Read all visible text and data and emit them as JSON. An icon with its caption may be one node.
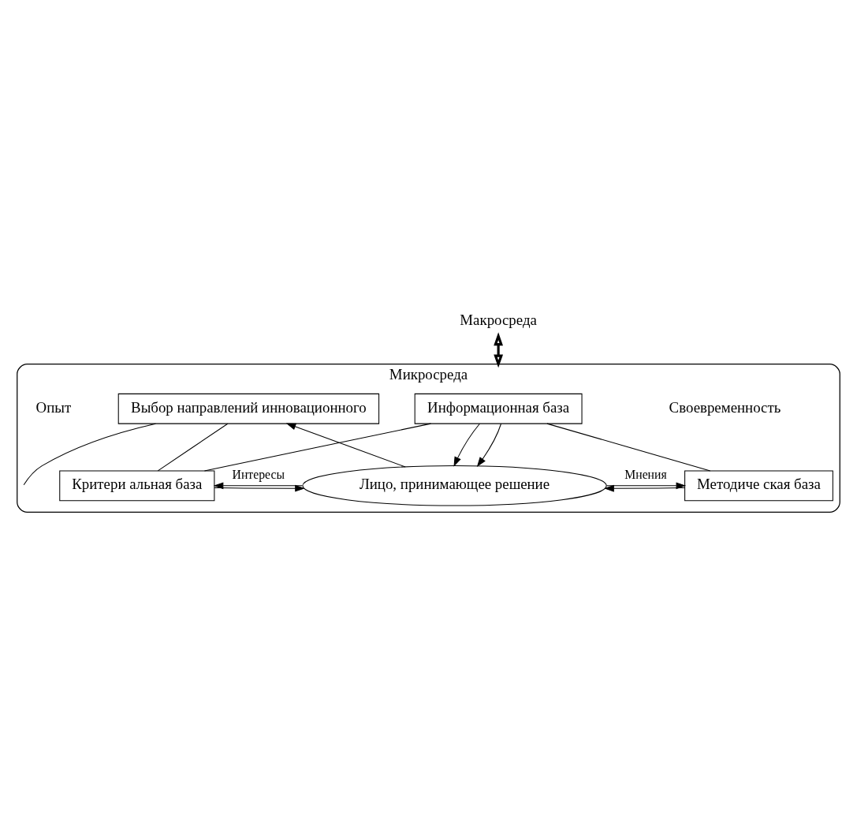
{
  "diagram": {
    "nodes": [
      {
        "text": [
          "Макросреда"
        ]
      },
      {
        "text": [
          "Микросреда"
        ]
      },
      {
        "text": [
          "Информационная база"
        ],
        "in": 1
      },
      {
        "text": [
          "Критери альная база"
        ],
        "in": 1
      },
      {
        "text": [
          "Лицо, принимающее решение"
        ],
        "in": 1
      },
      {
        "text": [
          "Методиче ская база"
        ],
        "in": 1
      },
      {
        "text": [
          "Выбор направлений инновационного"
        ],
        "in": 1
      }
    ],
    "edges": [
      {
        "from": 0,
        "to": 1,
        "arrow": "both",
        "style": "thick"
      },
      {
        "from": 2,
        "to": 4,
        "arrow": "to"
      },
      {
        "from": 2,
        "to": 4,
        "arrow": "to"
      },
      {
        "from": 4,
        "to": 3,
        "arrow": "to",
        "label": "Интересы"
      },
      {
        "from": 3,
        "to": 4,
        "arrow": "to"
      },
      {
        "from": 4,
        "to": 5,
        "arrow": "to",
        "label": "Мнения"
      },
      {
        "from": 5,
        "to": 4,
        "arrow": "to"
      },
      {
        "from": 4,
        "to": 6,
        "arrow": "to"
      },
      {
        "from": 2,
        "to": 3,
        "arrow": "none"
      },
      {
        "from": 2,
        "to": 5,
        "arrow": "none"
      },
      {
        "from": 3,
        "to": 6,
        "arrow": "none"
      },
      {
        "from": 6,
        "to": null,
        "arrow": "none"
      }
    ],
    "labels": [
      "Своевременность",
      "Опыт"
    ]
  }
}
